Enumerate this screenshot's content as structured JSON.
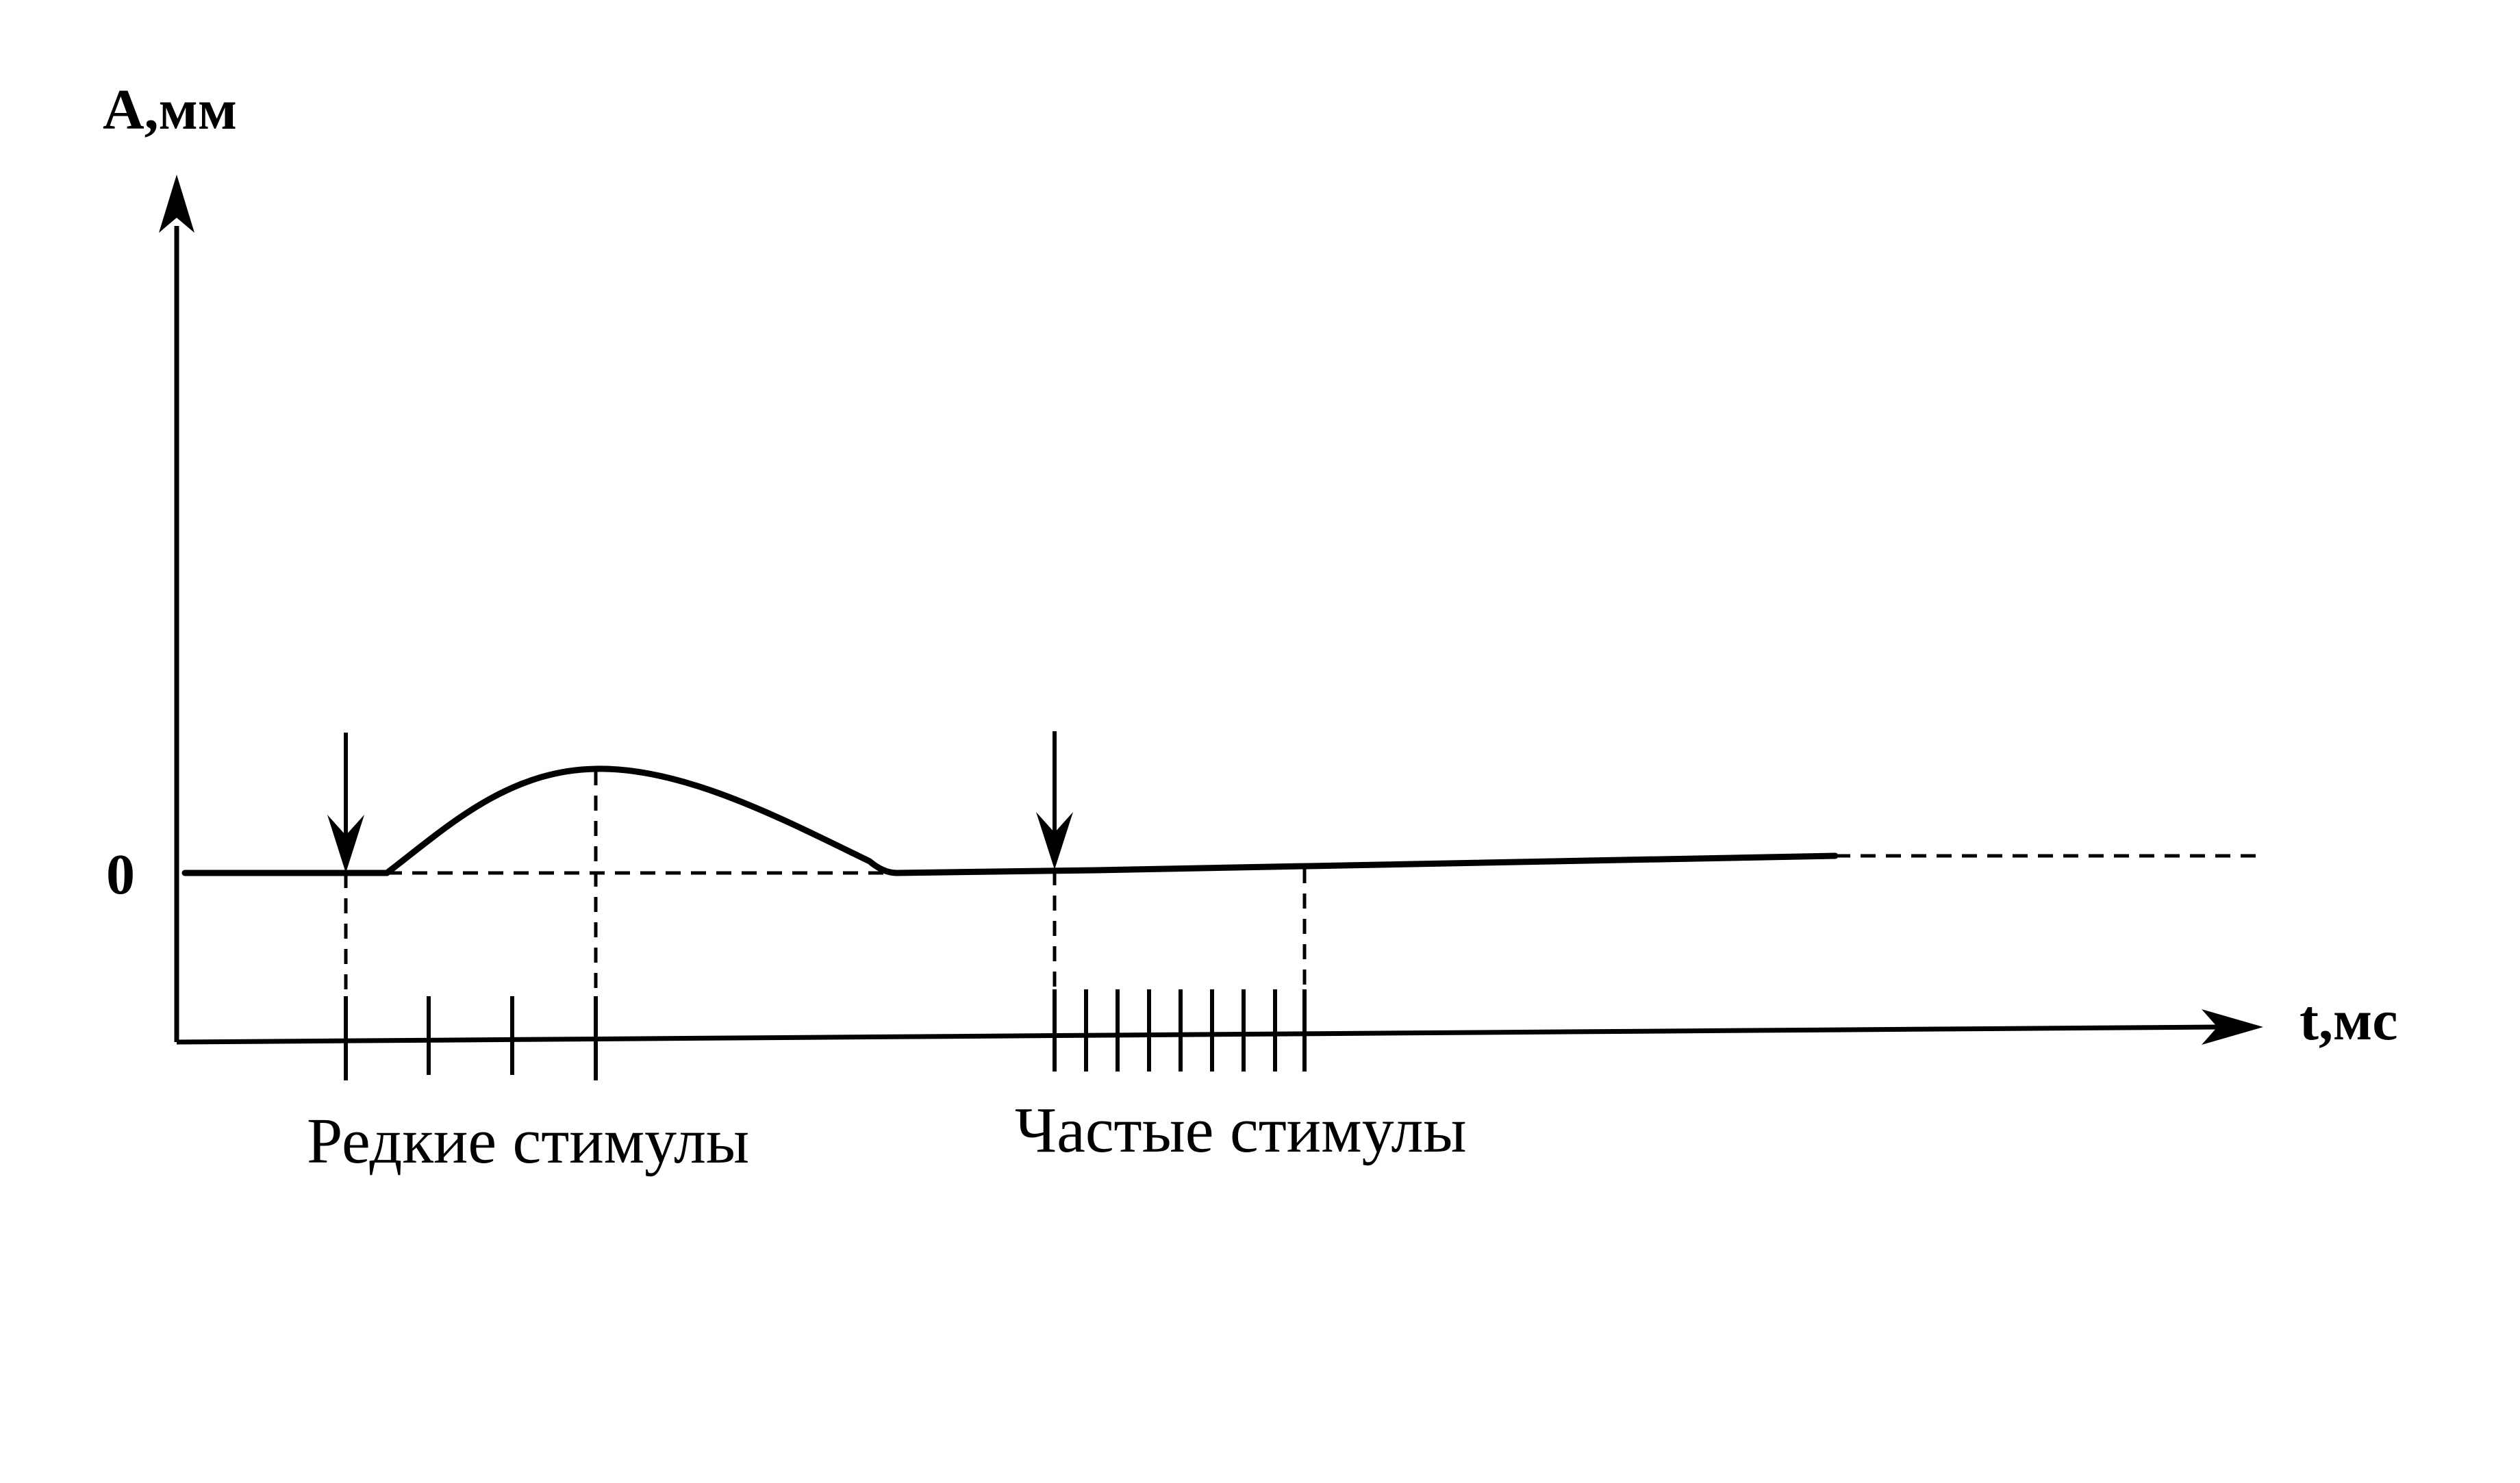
{
  "diagram": {
    "y_axis_label": "А,мм",
    "x_axis_label": "t,мс",
    "zero_label": "0",
    "rare_stimuli_label": "Редкие стимулы",
    "frequent_stimuli_label": "Частые стимулы"
  },
  "colors": {
    "ink": "#000000",
    "background": "#ffffff"
  }
}
